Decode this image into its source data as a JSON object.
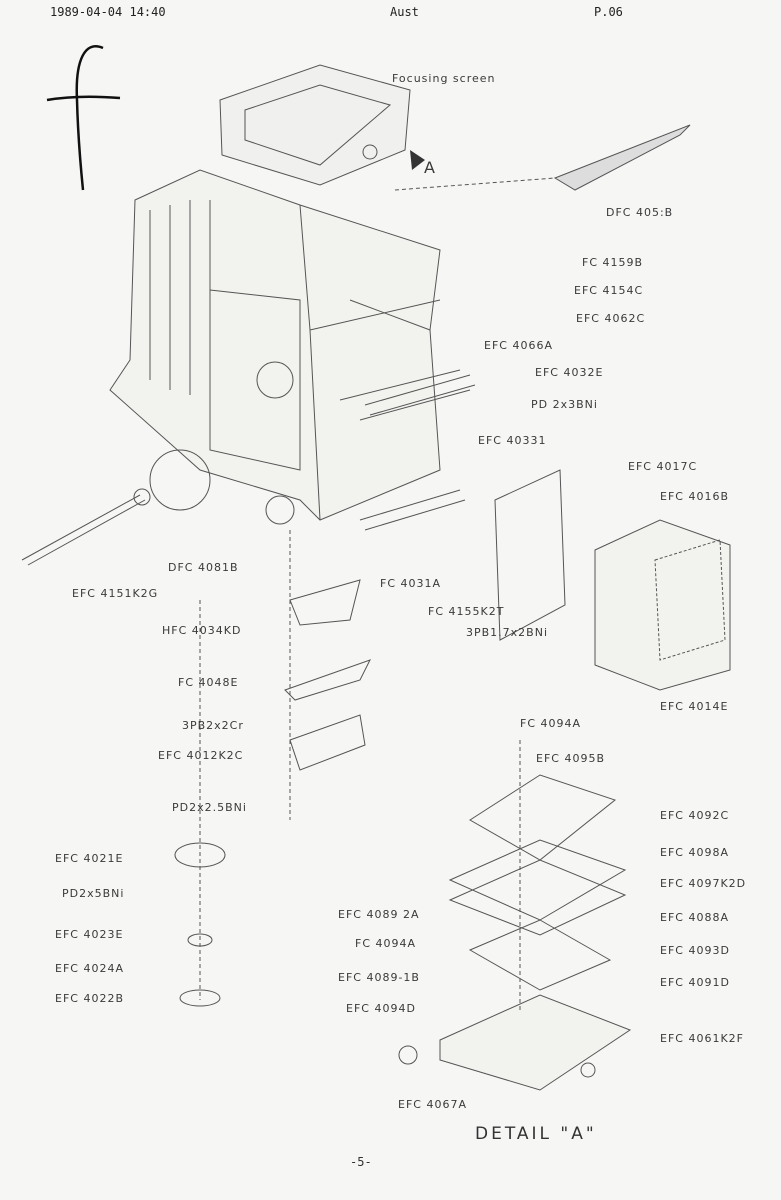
{
  "header": {
    "datetime": "1989-04-04  14:40",
    "sender": "Aust",
    "page": "P.06"
  },
  "handwritten_mark": "f",
  "callouts": {
    "focusing_screen": "Focusing screen",
    "view_a": "A",
    "dfc4051b": "DFC 405:B",
    "fc4159b": "FC 4159B",
    "efc4154c": "EFC 4154C",
    "efc4062c": "EFC 4062C",
    "efc4066a": "EFC 4066A",
    "efc4032e": "EFC 4032E",
    "pd2x3bni": "PD 2x3BNi",
    "efc40331": "EFC 40331",
    "efc4017c": "EFC 4017C",
    "efc4016b": "EFC 4016B",
    "dfc4081b": "DFC 4081B",
    "efc4151k2g": "EFC 4151K2G",
    "fc4031a": "FC 4031A",
    "fc4155k2t": "FC 4155K2T",
    "pb17x2bni": "3PB1.7x2BNi",
    "hfc4034kd": "HFC 4034KD",
    "fc4048e": "FC 4048E",
    "pb2x2cr": "3PB2x2Cr",
    "efc4012k2c": "EFC 4012K2C",
    "pd2x25bni": "PD2x2.5BNi",
    "efc4014e": "EFC 4014E",
    "efc4021e": "EFC 4021E",
    "pd2x5bni": "PD2x5BNi",
    "efc4023e": "EFC 4023E",
    "efc4024a": "EFC 4024A",
    "efc4022b": "EFC 4022B"
  },
  "detail_callouts": {
    "fc4094a_top": "FC 4094A",
    "efc4095b": "EFC 4095B",
    "efc4092c": "EFC 4092C",
    "efc4098a": "EFC 4098A",
    "efc4097k2d": "EFC 4097K2D",
    "efc4088a": "EFC 4088A",
    "efc4093d": "EFC 4093D",
    "efc4091d": "EFC 4091D",
    "efc4061k2f": "EFC 4061K2F",
    "efc40892a": "EFC 4089 2A",
    "fc4094a_mid": "FC 4094A",
    "efc40891b": "EFC 4089-1B",
    "efc4094d": "EFC 4094D",
    "efc4067a": "EFC 4067A"
  },
  "detail_title": "DETAIL  \"A\"",
  "page_number": "-5-"
}
